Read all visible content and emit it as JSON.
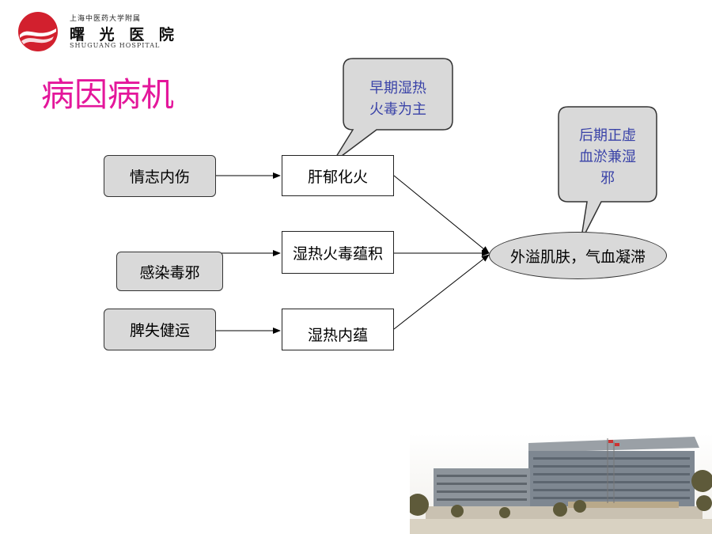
{
  "header": {
    "logo": {
      "institution_line": "上海中医药大学附属",
      "name": "曙 光 医 院",
      "english": "SHUGUANG HOSPITAL"
    },
    "title": "病因病机"
  },
  "diagram": {
    "causes": [
      {
        "label": "情志内伤"
      },
      {
        "label": "感染毒邪"
      },
      {
        "label": "脾失健运"
      }
    ],
    "mechanisms": [
      {
        "label": "肝郁化火"
      },
      {
        "label": "湿热火毒蕴积"
      },
      {
        "label": "湿热内蕴"
      }
    ],
    "result": {
      "label": "外溢肌肤，气血凝滞"
    },
    "callouts": [
      {
        "line1": "早期湿热",
        "line2": "火毒为主",
        "line3": ""
      },
      {
        "line1": "后期正虚",
        "line2": "血淤兼湿",
        "line3": "邪"
      }
    ]
  },
  "colors": {
    "title": "#e4179b",
    "callout_text": "#3a43a8",
    "box_fill": "#d9d9d9",
    "logo_red": "#d2202e"
  },
  "icons": [
    "hospital-logo-icon",
    "hospital-building-photo"
  ]
}
